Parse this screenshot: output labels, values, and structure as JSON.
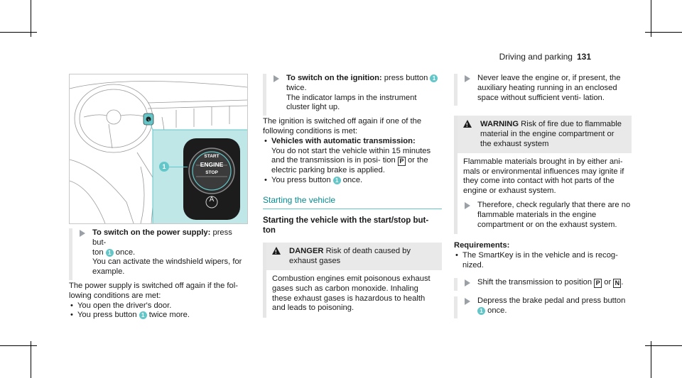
{
  "header": {
    "section": "Driving and parking",
    "page": "131"
  },
  "illustration": {
    "callout": "1",
    "button_lines": [
      "START",
      "ENGINE",
      "STOP"
    ],
    "bottom_symbol": "A"
  },
  "col1": {
    "step_title": "To switch on the power supply:",
    "step_text_a": " press but-",
    "step_text_b": "ton ",
    "step_text_c": " once.",
    "step_text_d": "You can activate the windshield wipers, for example.",
    "para": "The power supply is switched off again if the fol- lowing conditions are met:",
    "bullets": [
      "You open the driver's door.",
      "You press button ",
      " twice more."
    ]
  },
  "col2": {
    "step_title": "To switch on the ignition:",
    "step_text_a": " press button ",
    "step_text_b": "twice.",
    "step_text_c": "The indicator lamps in the instrument cluster light up.",
    "para": "The ignition is switched off again if one of the following conditions is met:",
    "bullet1_title": "Vehicles with automatic transmission:",
    "bullet1_text_a": "You do not start the vehicle within 15 minutes and the transmission is in posi- tion ",
    "bullet1_text_b": " or the electric parking brake is applied.",
    "bullet2_a": "You press button ",
    "bullet2_b": " once.",
    "section_title": "Starting the vehicle",
    "subhead": "Starting the vehicle with the start/stop but- ton",
    "danger_label": "DANGER",
    "danger_title": " Risk of death caused by exhaust gases",
    "danger_body": "Combustion engines emit poisonous exhaust gases such as carbon monoxide. Inhaling these exhaust gases is hazardous to health and leads to poisoning."
  },
  "col3": {
    "step1": "Never leave the engine or, if present, the auxiliary heating running in an enclosed space without sufficient venti- lation.",
    "warning_label": "WARNING",
    "warning_title": " Risk of fire due to flammable material in the engine compartment or the exhaust system",
    "warning_body": "Flammable materials brought in by either ani- mals or environmental influences may ignite if they come into contact with hot parts of the engine or exhaust system.",
    "warning_step": "Therefore, check regularly that there are no flammable materials in the engine compartment or on the exhaust system.",
    "req_title": "Requirements:",
    "req_bullet": "The SmartKey is in the vehicle and is recog- nized.",
    "step2_a": "Shift the transmission to position ",
    "step2_b": " or ",
    "step2_c": ".",
    "step3_a": "Depress the brake pedal and press button ",
    "step3_b": " once.",
    "gear_p": "P",
    "gear_n": "N",
    "num": "1"
  }
}
